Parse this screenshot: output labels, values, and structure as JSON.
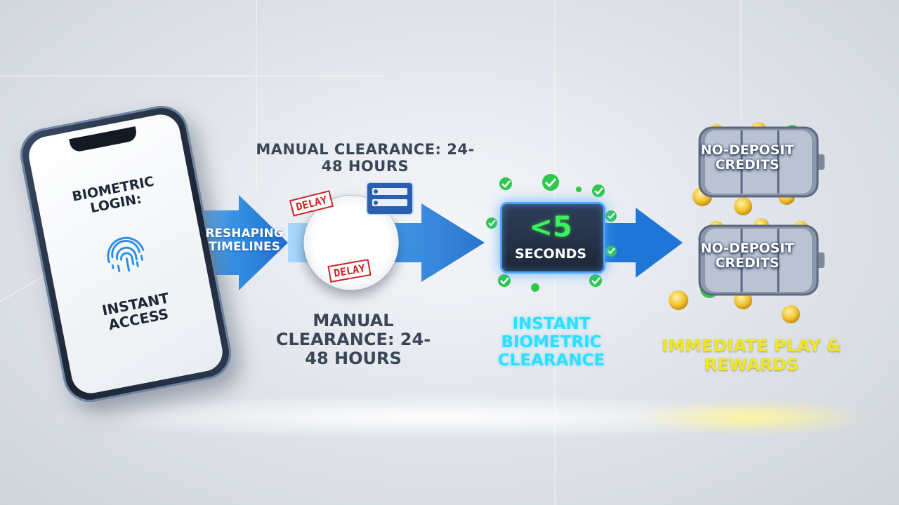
{
  "phone": {
    "title": "Biometric Login:",
    "subtitle": "Instant Access",
    "icon": "fingerprint-icon"
  },
  "arrow": {
    "label": "Reshaping Timelines"
  },
  "manual": {
    "top_label": "Manual Clearance: 24-48 Hours",
    "bottom_label": "Manual Clearance: 24-48 Hours",
    "stamp_top": "DELAY",
    "stamp_bottom": "DELAY",
    "icon": "clock-icon"
  },
  "instant": {
    "timer_value": "<5",
    "timer_unit": "Seconds",
    "label": "Instant Biometric Clearance",
    "icon": "check-icon"
  },
  "rewards": {
    "credits_top": "No-Deposit Credits",
    "credits_bottom": "No-Deposit Credits",
    "label": "Immediate Play & Rewards",
    "icon": "slot-reel-icon"
  },
  "colors": {
    "arrow": "#4a9fe8",
    "accent_cyan": "#2ee0ff",
    "accent_yellow": "#f0e624",
    "timer_green": "#3ef05a",
    "delay_red": "#d12323",
    "coin_gold": "#f2c230"
  }
}
